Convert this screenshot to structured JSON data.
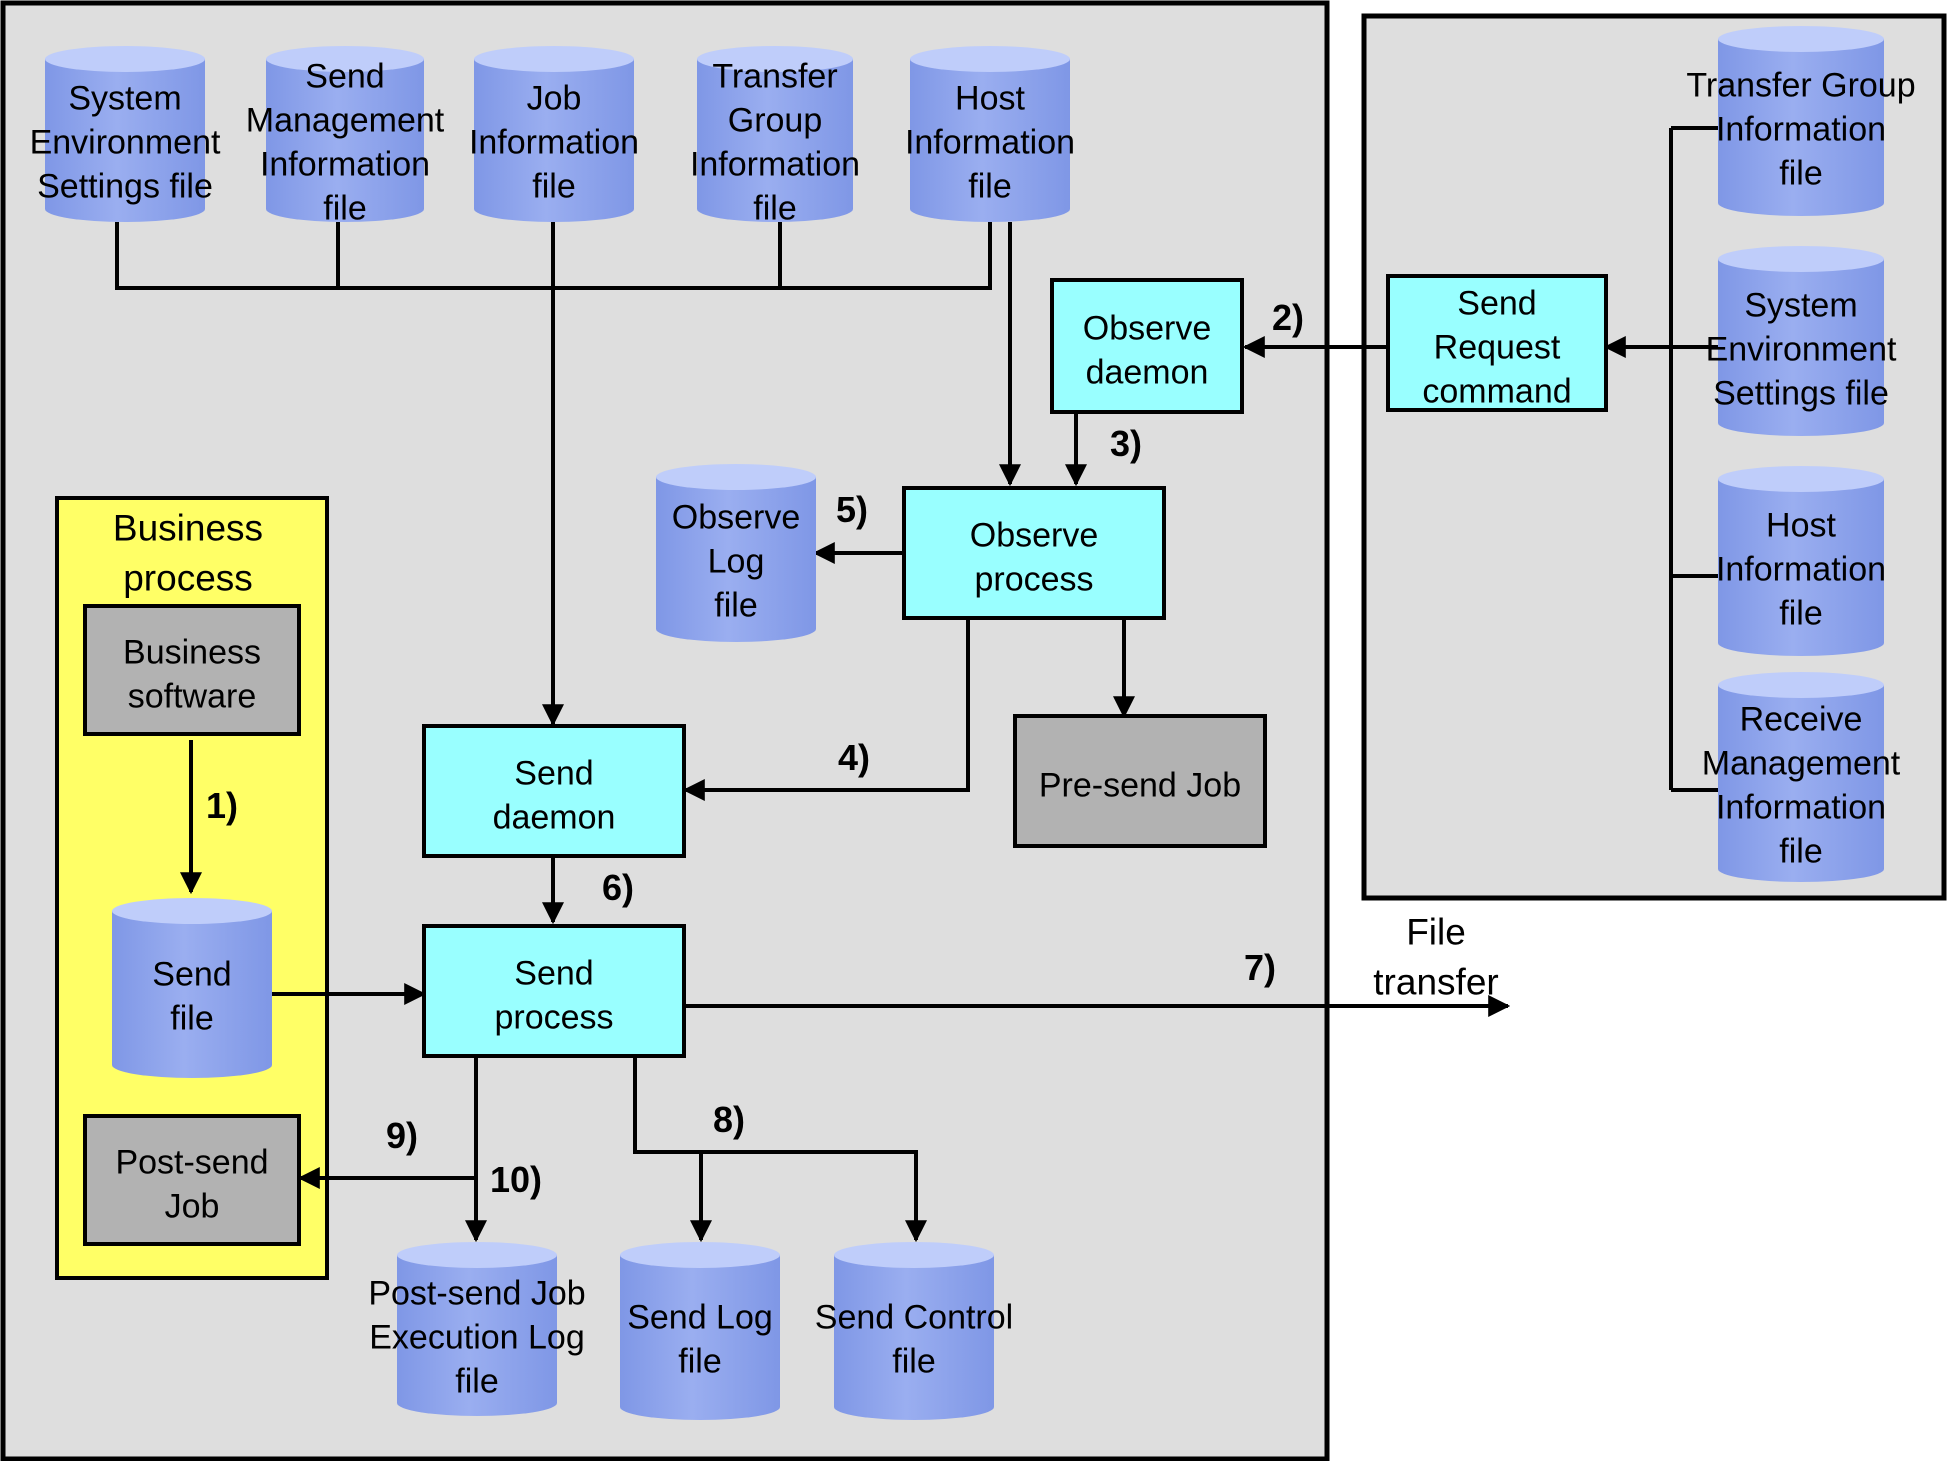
{
  "cylinders": [
    {
      "id": "sys-env-settings-file",
      "lines": [
        "System",
        "Environment",
        "Settings file"
      ]
    },
    {
      "id": "send-mgmt-info-file",
      "lines": [
        "Send",
        "Management",
        "Information",
        "file"
      ]
    },
    {
      "id": "job-info-file",
      "lines": [
        "Job",
        "Information",
        "file"
      ]
    },
    {
      "id": "transfer-group-info-file",
      "lines": [
        "Transfer",
        "Group",
        "Information",
        "file"
      ]
    },
    {
      "id": "host-info-file",
      "lines": [
        "Host",
        "Information",
        "file"
      ]
    },
    {
      "id": "observe-log-file",
      "lines": [
        "Observe",
        "Log",
        "file"
      ]
    },
    {
      "id": "send-file",
      "lines": [
        "Send",
        "file"
      ]
    },
    {
      "id": "post-send-job-exec-log-file",
      "lines": [
        "Post-send Job",
        "Execution Log",
        "file"
      ]
    },
    {
      "id": "send-log-file",
      "lines": [
        "Send Log",
        "file"
      ]
    },
    {
      "id": "send-control-file",
      "lines": [
        "Send Control",
        "file"
      ]
    },
    {
      "id": "remote-transfer-group-info-file",
      "lines": [
        "Transfer Group",
        "Information",
        "file"
      ]
    },
    {
      "id": "remote-sys-env-settings-file",
      "lines": [
        "System",
        "Environment",
        "Settings file"
      ]
    },
    {
      "id": "remote-host-info-file",
      "lines": [
        "Host",
        "Information",
        "file"
      ]
    },
    {
      "id": "receive-mgmt-info-file",
      "lines": [
        "Receive",
        "Management",
        "Information",
        "file"
      ]
    }
  ],
  "boxes": [
    {
      "id": "observe-daemon",
      "lines": [
        "Observe",
        "daemon"
      ]
    },
    {
      "id": "observe-process",
      "lines": [
        "Observe",
        "process"
      ]
    },
    {
      "id": "send-daemon",
      "lines": [
        "Send",
        "daemon"
      ]
    },
    {
      "id": "send-process",
      "lines": [
        "Send",
        "process"
      ]
    },
    {
      "id": "send-request-command",
      "lines": [
        "Send",
        "Request",
        "command"
      ]
    },
    {
      "id": "pre-send-job",
      "lines": [
        "Pre-send Job"
      ]
    },
    {
      "id": "business-software",
      "lines": [
        "Business",
        "software"
      ]
    },
    {
      "id": "post-send-job",
      "lines": [
        "Post-send",
        "Job"
      ]
    }
  ],
  "business_area_title": [
    "Business",
    "process"
  ],
  "file_transfer_label": [
    "File",
    "transfer"
  ],
  "step_labels": [
    "1)",
    "2)",
    "3)",
    "4)",
    "5)",
    "6)",
    "7)",
    "8)",
    "9)",
    "10)"
  ],
  "colors": {
    "frame": "#dedede",
    "cylinder_body": "#9aaef0",
    "cylinder_top": "#bfcdfa",
    "process_box": "#99ffff",
    "job_box": "#b2b2b2",
    "business_area": "#ffff66"
  }
}
